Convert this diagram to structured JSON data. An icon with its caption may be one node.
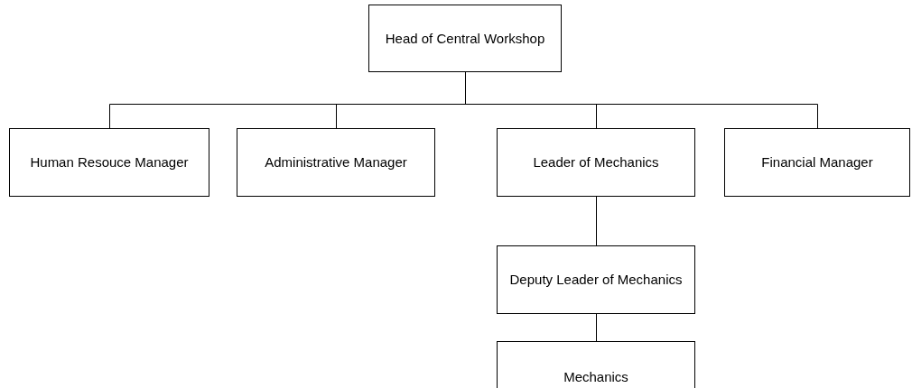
{
  "diagram": {
    "nodes": [
      {
        "text": [
          "Head of Central Workshop"
        ]
      },
      {
        "text": [
          "Human Resouce Manager"
        ]
      },
      {
        "text": [
          "Administrative Manager"
        ]
      },
      {
        "text": [
          "Leader of Mechanics"
        ]
      },
      {
        "text": [
          "Financial Manager"
        ]
      },
      {
        "text": [
          "Deputy Leader of Mechanics"
        ]
      },
      {
        "text": [
          "Mechanics"
        ]
      }
    ],
    "edges": [
      {
        "from": 0,
        "to": 1,
        "arrow": "none"
      },
      {
        "from": 0,
        "to": 2,
        "arrow": "none"
      },
      {
        "from": 0,
        "to": 3,
        "arrow": "none"
      },
      {
        "from": 0,
        "to": 4,
        "arrow": "none"
      },
      {
        "from": 3,
        "to": 5,
        "arrow": "none"
      },
      {
        "from": 5,
        "to": 6,
        "arrow": "none"
      }
    ]
  }
}
